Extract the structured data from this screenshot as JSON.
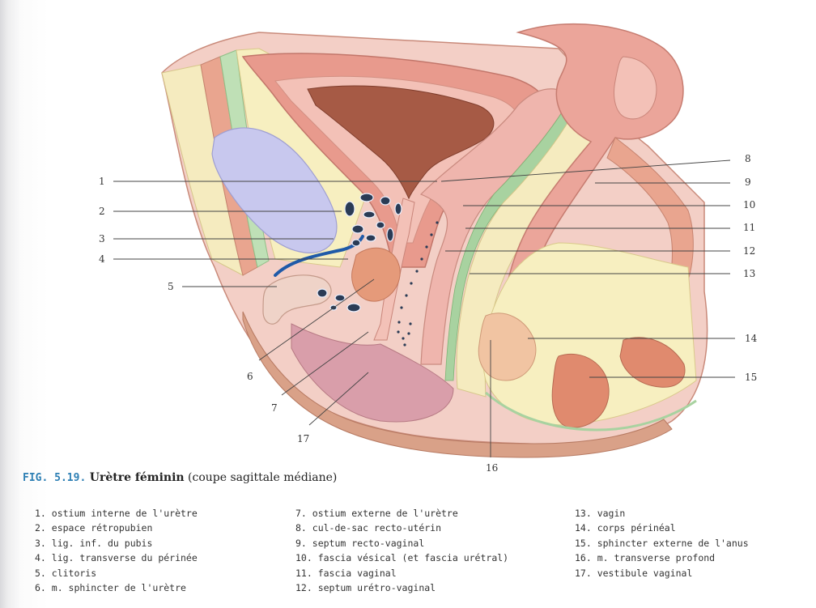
{
  "figure": {
    "number": "FIG. 5.19.",
    "title": "Urètre féminin",
    "subtitle": "(coupe sagittale médiane)"
  },
  "callouts": {
    "c1": "1",
    "c2": "2",
    "c3": "3",
    "c4": "4",
    "c5": "5",
    "c6": "6",
    "c7": "7",
    "c8": "8",
    "c9": "9",
    "c10": "10",
    "c11": "11",
    "c12": "12",
    "c13": "13",
    "c14": "14",
    "c15": "15",
    "c16": "16",
    "c17": "17"
  },
  "legend": {
    "col1": [
      "1. ostium interne de l'urètre",
      "2. espace rétropubien",
      "3. lig. inf. du pubis",
      "4. lig. transverse du périnée",
      "5. clitoris",
      "6. m. sphincter de l'urètre"
    ],
    "col2": [
      "7. ostium externe de l'urètre",
      "8. cul-de-sac recto-utérin",
      "9. septum recto-vaginal",
      "10. fascia vésical (et fascia urétral)",
      "11. fascia vaginal",
      "12. septum urétro-vaginal"
    ],
    "col3": [
      "13. vagin",
      "14. corps périnéal",
      "15. sphincter externe de l'anus",
      "16. m. transverse profond",
      "17. vestibule vaginal"
    ]
  },
  "colors": {
    "skin": "#e8b4a6",
    "muscle": "#d98c7c",
    "fat": "#f7efc0",
    "fascia_green": "#a8d2a0",
    "bone": "#f3e3da",
    "cartilage": "#c8c8ee",
    "mucosa": "#efb5ad",
    "lumen": "#a65a45",
    "vessel_dark": "#2a3b55",
    "nerve_blue": "#1f5aa8"
  }
}
